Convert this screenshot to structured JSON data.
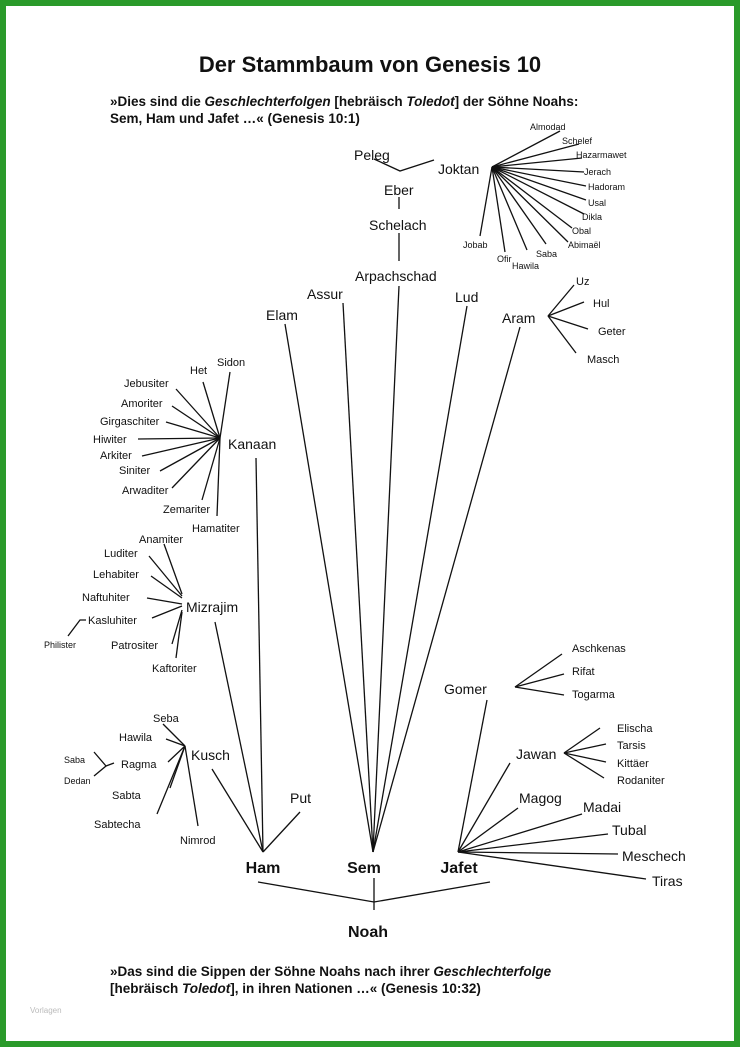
{
  "title": "Der Stammbaum von Genesis 10",
  "quote_top": {
    "l1a": "»Dies sind die ",
    "l1b": "Geschlechterfolgen",
    "l1c": " [hebräisch ",
    "l1d": "Toledot",
    "l1e": "] der Söhne Noahs:",
    "l2": "Sem, Ham und Jafet …« (Genesis 10:1)"
  },
  "quote_bottom": {
    "l1a": "»Das sind die Sippen der Söhne Noahs nach ihrer ",
    "l1b": "Geschlechterfolge",
    "l2a": "[hebräisch ",
    "l2b": "Toledot",
    "l2c": "], in ihren Nationen …« (Genesis 10:32)"
  },
  "watermark": "Vorlagen",
  "colors": {
    "border": "#2a9a2a",
    "lines": "#111111"
  },
  "names": {
    "noah": "Noah",
    "ham": "Ham",
    "sem": "Sem",
    "jafet": "Jafet",
    "elam": "Elam",
    "assur": "Assur",
    "arpachschad": "Arpachschad",
    "lud": "Lud",
    "aram": "Aram",
    "schelach": "Schelach",
    "eber": "Eber",
    "peleg": "Peleg",
    "joktan": "Joktan",
    "almodad": "Almodad",
    "schelef": "Schelef",
    "hazarmawet": "Hazarmawet",
    "jerach": "Jerach",
    "hadoram": "Hadoram",
    "usal": "Usal",
    "dikla": "Dikla",
    "obal": "Obal",
    "abimael": "Abimaël",
    "saba_j": "Saba",
    "hawila_j": "Hawila",
    "ofir": "Ofir",
    "jobab": "Jobab",
    "uz": "Uz",
    "hul": "Hul",
    "geter": "Geter",
    "masch": "Masch",
    "kanaan": "Kanaan",
    "sidon": "Sidon",
    "het": "Het",
    "jebusiter": "Jebusiter",
    "amoriter": "Amoriter",
    "girgaschiter": "Girgaschiter",
    "hiwiter": "Hiwiter",
    "arkiter": "Arkiter",
    "siniter": "Siniter",
    "arwaditer": "Arwaditer",
    "zemariter": "Zemariter",
    "hamatiter": "Hamatiter",
    "mizrajim": "Mizrajim",
    "anamiter": "Anamiter",
    "luditer": "Luditer",
    "lehabiter": "Lehabiter",
    "naftuhiter": "Naftuhiter",
    "kasluhiter": "Kasluhiter",
    "philister": "Philister",
    "patrositer": "Patrositer",
    "kaftoriter": "Kaftoriter",
    "kusch": "Kusch",
    "seba": "Seba",
    "hawila_k": "Hawila",
    "ragma": "Ragma",
    "saba_r": "Saba",
    "dedan": "Dedan",
    "sabta": "Sabta",
    "sabtecha": "Sabtecha",
    "nimrod": "Nimrod",
    "put": "Put",
    "gomer": "Gomer",
    "aschkenas": "Aschkenas",
    "rifat": "Rifat",
    "togarma": "Togarma",
    "jawan": "Jawan",
    "elischa": "Elischa",
    "tarsis": "Tarsis",
    "kittaer": "Kittäer",
    "rodaniter": "Rodaniter",
    "magog": "Magog",
    "madai": "Madai",
    "tubal": "Tubal",
    "meschech": "Meschech",
    "tiras": "Tiras"
  }
}
